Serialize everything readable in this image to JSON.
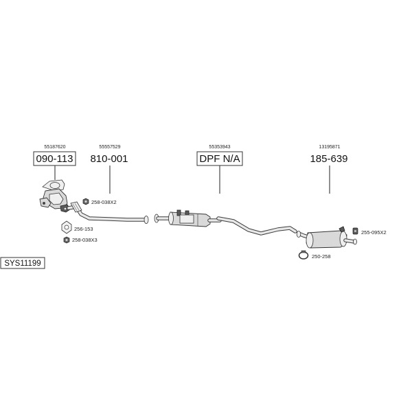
{
  "system_code": "SYS11199",
  "parts": [
    {
      "oem": "55187620",
      "part_number": "090-113",
      "boxed": true
    },
    {
      "oem": "55557529",
      "part_number": "810-001",
      "boxed": false
    },
    {
      "oem": "55353943",
      "part_number": "DPF N/A",
      "boxed": true
    },
    {
      "oem": "13195871",
      "part_number": "185-639",
      "boxed": false
    }
  ],
  "accessories": [
    {
      "code": "258-038X2",
      "icon": "nut-icon"
    },
    {
      "code": "256-153",
      "icon": "gasket-icon"
    },
    {
      "code": "258-038X3",
      "icon": "nut-icon"
    },
    {
      "code": "255-095X2",
      "icon": "rubber-mount-icon"
    },
    {
      "code": "250-258",
      "icon": "clamp-ring-icon"
    }
  ],
  "colors": {
    "line": "#222222",
    "part_fill": "#d9d9d9",
    "dark_part": "#5a5a5a"
  }
}
